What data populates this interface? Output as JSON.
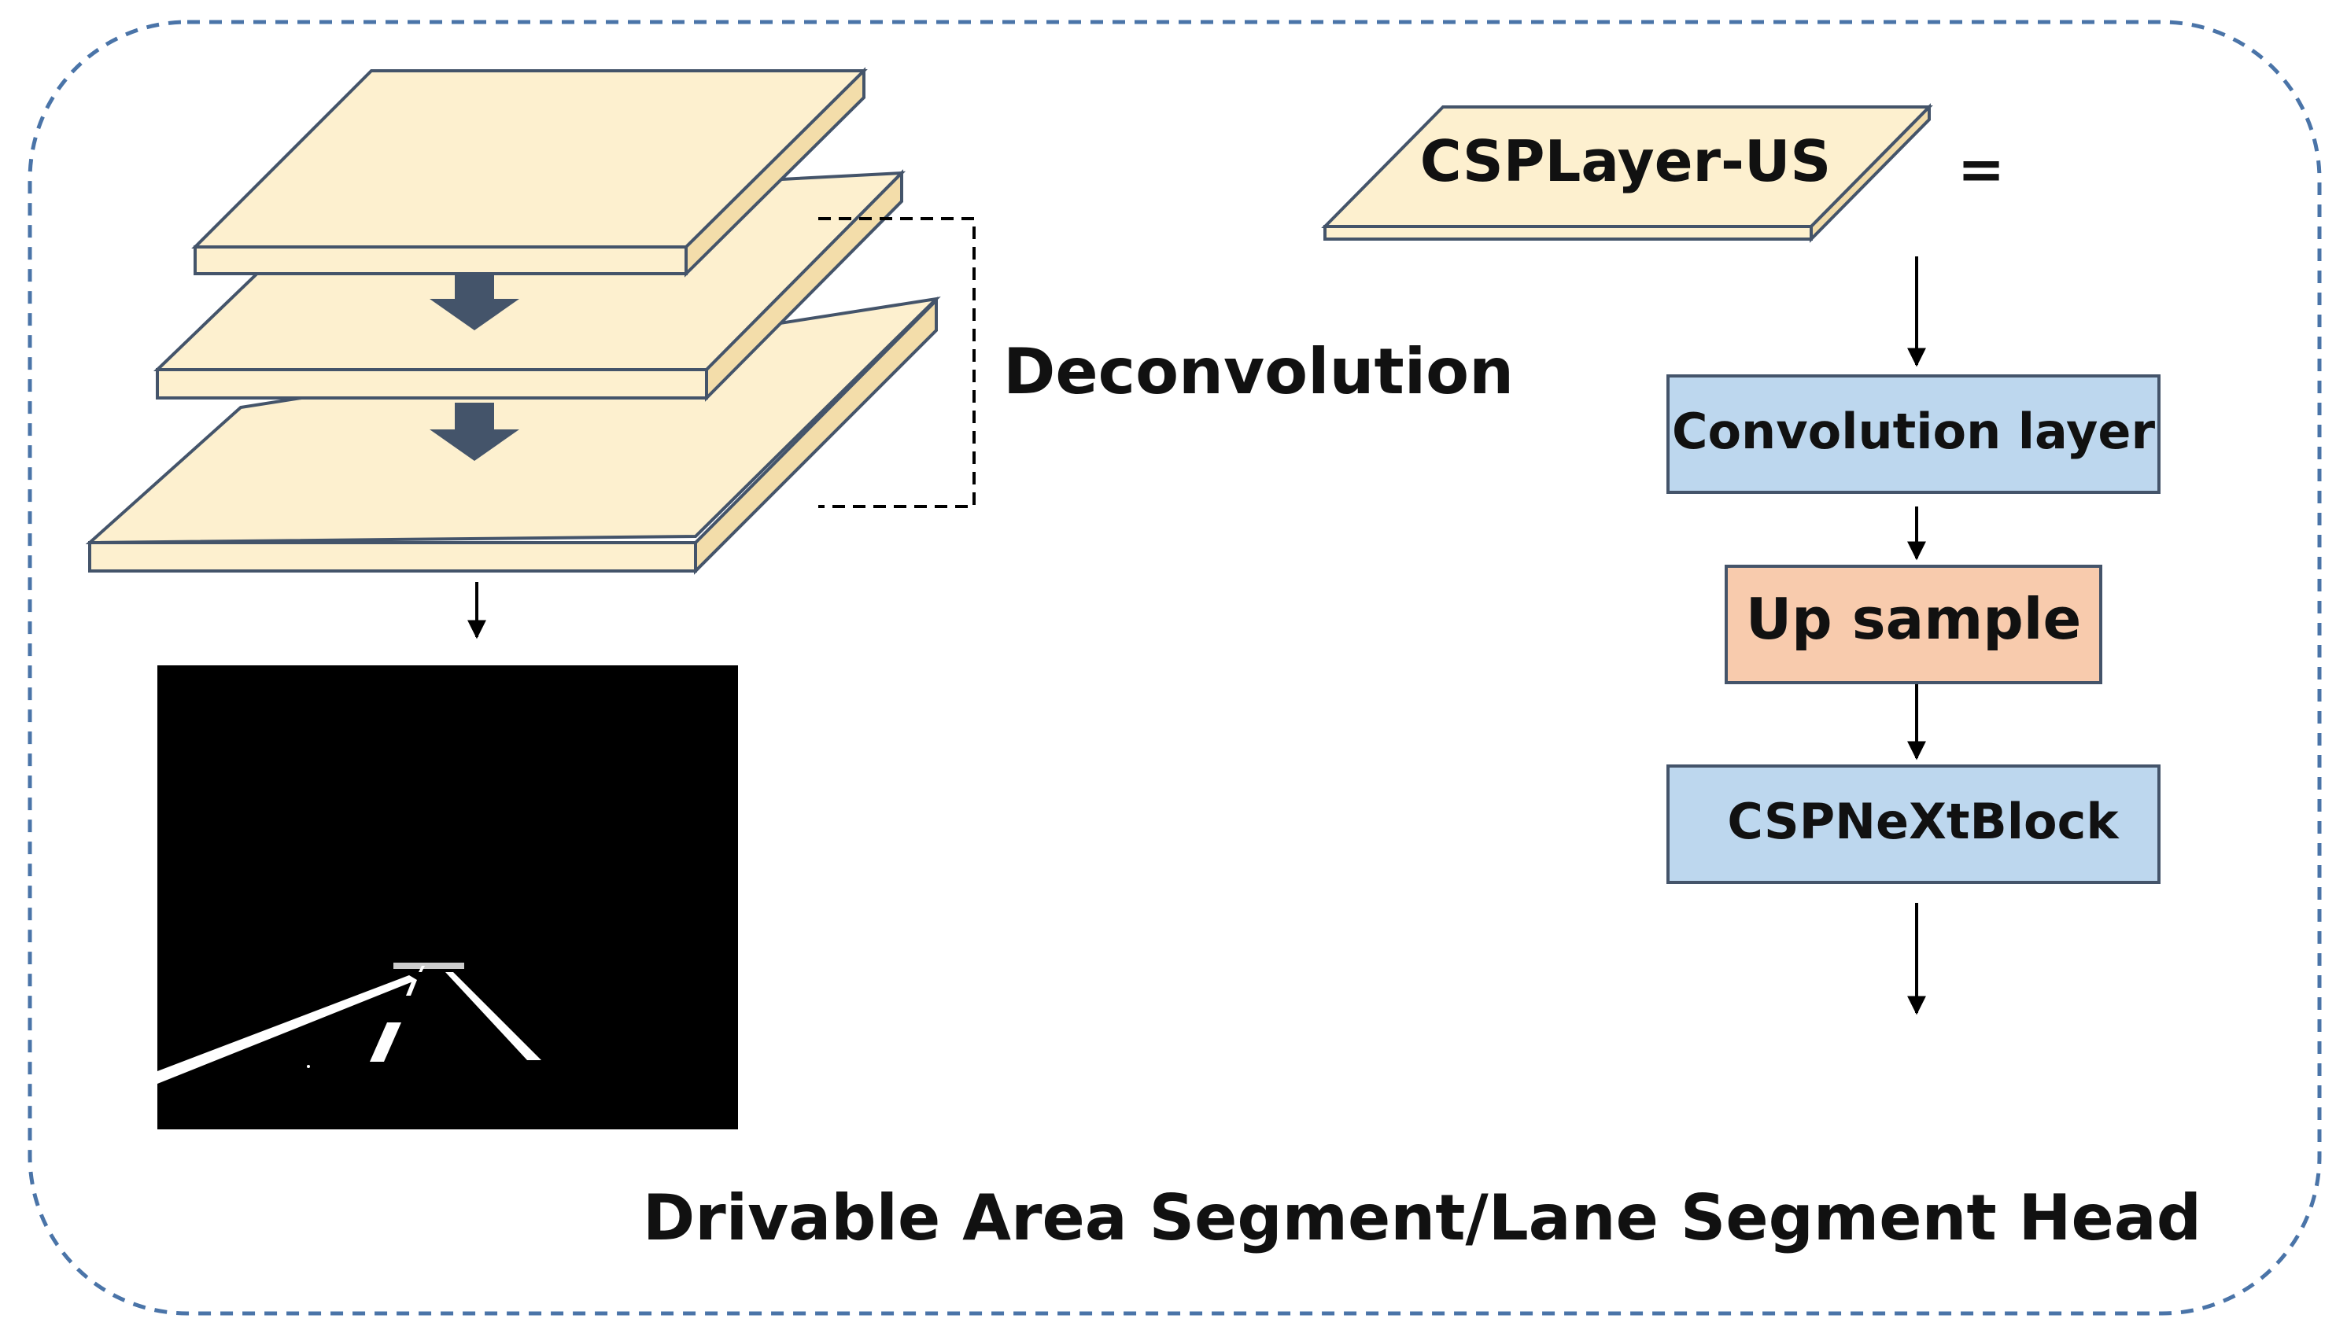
{
  "deconvolution_label": "Deconvolution",
  "csplayer_label": "CSPLayer-US",
  "equals_sign": "=",
  "blocks": {
    "convolution": "Convolution layer",
    "upsample": "Up sample",
    "cspnext": "CSPNeXtBlock"
  },
  "footer_title": "Drivable Area Segment/Lane Segment Head",
  "colors": {
    "layer_top": "#fdf0cf",
    "layer_side": "#f3ddaa",
    "layer_stroke": "#44546a",
    "conv_fill": "#bdd7ee",
    "upsample_fill": "#f8cbad",
    "block_stroke": "#44546a",
    "down_arrow": "#44546a",
    "frame": "#4a74a8",
    "mask_bg": "#000000",
    "lane": "#ffffff"
  }
}
